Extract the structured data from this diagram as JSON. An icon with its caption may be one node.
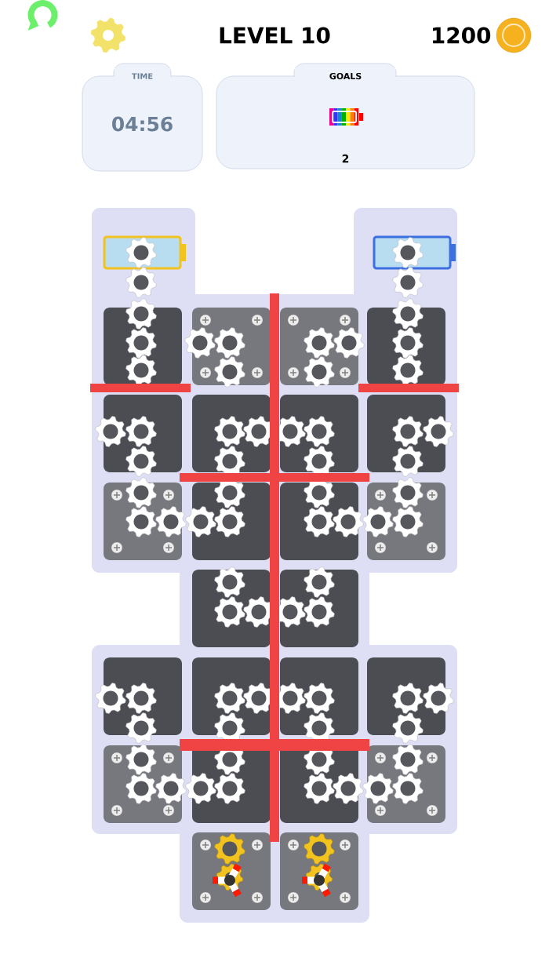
{
  "diagram": {
    "nodes": [
      {
        "text": [
          "TIME",
          "04:56"
        ]
      },
      {
        "text": [
          "GOALS",
          "2"
        ]
      }
    ],
    "labels": [
      "LEVEL 10",
      "1200"
    ]
  }
}
